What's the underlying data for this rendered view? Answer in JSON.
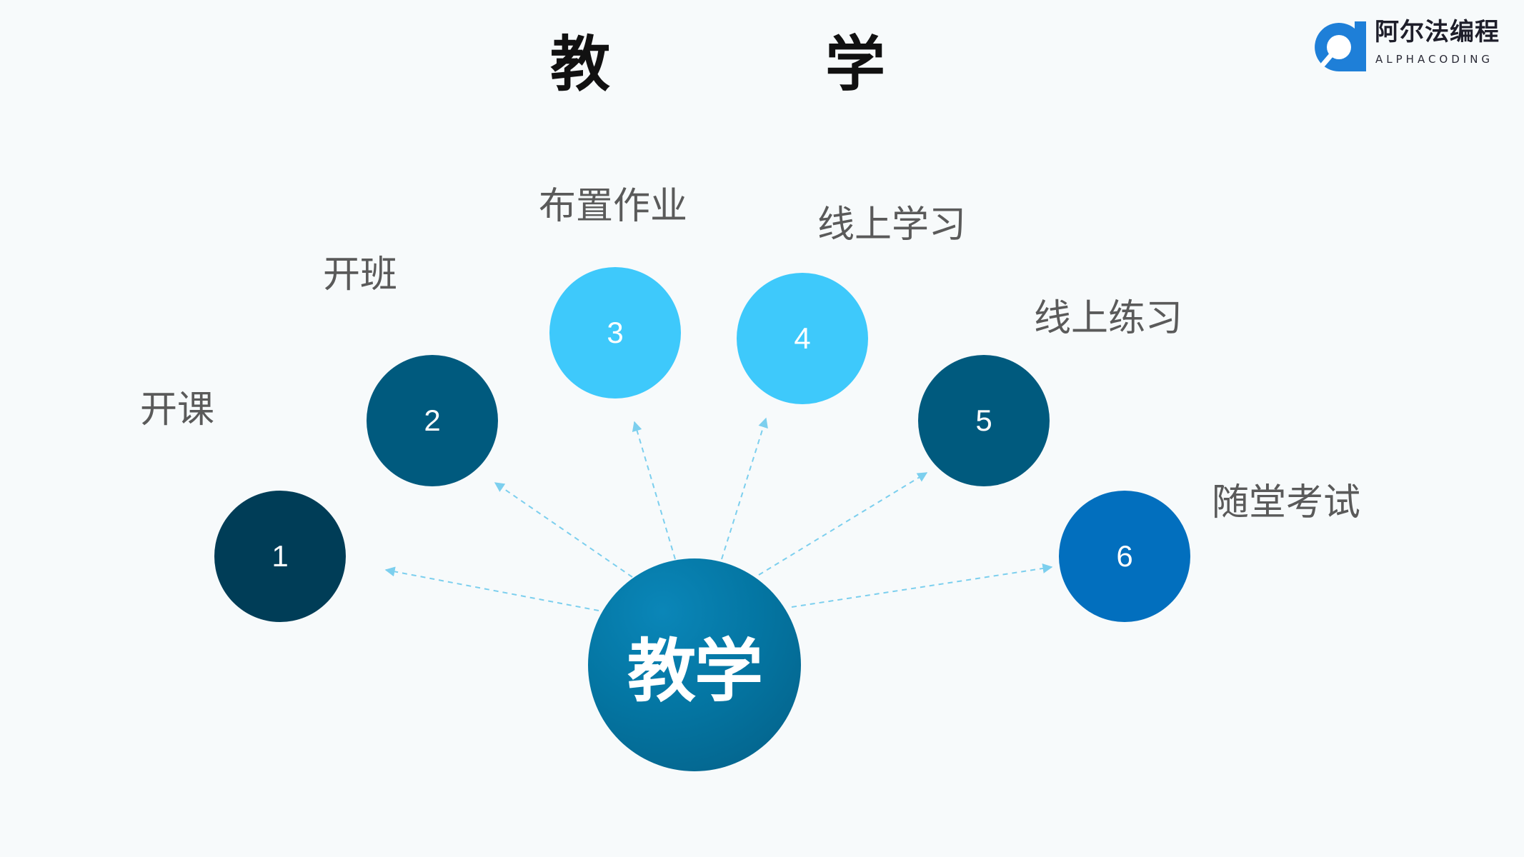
{
  "title": {
    "char_1": "教",
    "char_2": "学"
  },
  "logo": {
    "brand_cn": "阿尔法编程",
    "brand_en": "ALPHACODING",
    "mark_color": "#1e7fd8"
  },
  "center": {
    "label": "教学"
  },
  "steps": [
    {
      "number": "1",
      "label": "开课",
      "color": "#003d57"
    },
    {
      "number": "2",
      "label": "开班",
      "color": "#005a7e"
    },
    {
      "number": "3",
      "label": "布置作业",
      "color": "#3ec9fb"
    },
    {
      "number": "4",
      "label": "线上学习",
      "color": "#3ec9fb"
    },
    {
      "number": "5",
      "label": "线上练习",
      "color": "#005a7e"
    },
    {
      "number": "6",
      "label": "随堂考试",
      "color": "#026fbe"
    }
  ],
  "arrow_color": "#7ccfee"
}
